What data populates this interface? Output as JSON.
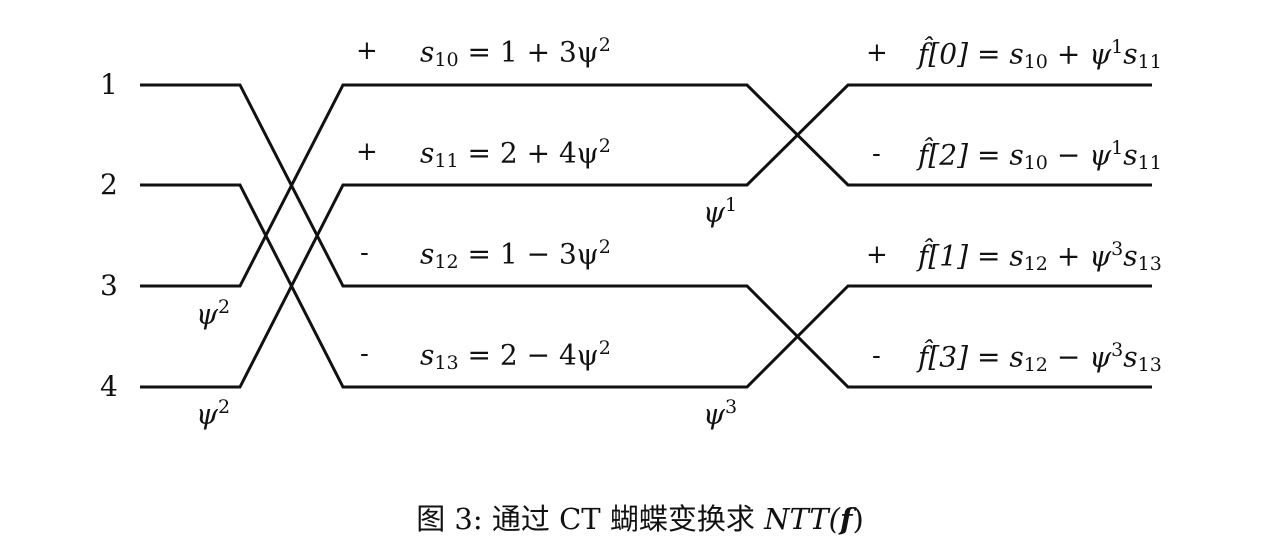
{
  "diagram": {
    "title": "CT butterfly NTT diagram",
    "inputs": [
      "1",
      "2",
      "3",
      "4"
    ],
    "stage1": {
      "signs": [
        "+",
        "+",
        "-",
        "-"
      ],
      "results": [
        {
          "var": "s",
          "sub": "10",
          "rhs": "= 1 + 3ψ",
          "sup": "2"
        },
        {
          "var": "s",
          "sub": "11",
          "rhs": "= 2 + 4ψ",
          "sup": "2"
        },
        {
          "var": "s",
          "sub": "12",
          "rhs": "= 1 − 3ψ",
          "sup": "2"
        },
        {
          "var": "s",
          "sub": "13",
          "rhs": "= 2 − 4ψ",
          "sup": "2"
        }
      ],
      "twiddles": [
        {
          "base": "ψ",
          "exp": "2"
        },
        {
          "base": "ψ",
          "exp": "2"
        }
      ]
    },
    "stage2": {
      "signs": [
        "+",
        "-",
        "+",
        "-"
      ],
      "results": [
        {
          "lhs": "f̂[0]",
          "a": "s",
          "a_sub": "10",
          "op": "+",
          "tw_exp": "1",
          "b": "s",
          "b_sub": "11"
        },
        {
          "lhs": "f̂[2]",
          "a": "s",
          "a_sub": "10",
          "op": "−",
          "tw_exp": "1",
          "b": "s",
          "b_sub": "11"
        },
        {
          "lhs": "f̂[1]",
          "a": "s",
          "a_sub": "12",
          "op": "+",
          "tw_exp": "3",
          "b": "s",
          "b_sub": "13"
        },
        {
          "lhs": "f̂[3]",
          "a": "s",
          "a_sub": "12",
          "op": "−",
          "tw_exp": "3",
          "b": "s",
          "b_sub": "13"
        }
      ],
      "twiddles": [
        {
          "base": "ψ",
          "exp": "1"
        },
        {
          "base": "ψ",
          "exp": "3"
        }
      ]
    },
    "eq_sign": "=",
    "psi": "ψ"
  },
  "caption": {
    "prefix": "图 3: 通过 CT 蝴蝶变换求 ",
    "math": "NTT(",
    "bold": "f",
    "close": ")"
  }
}
